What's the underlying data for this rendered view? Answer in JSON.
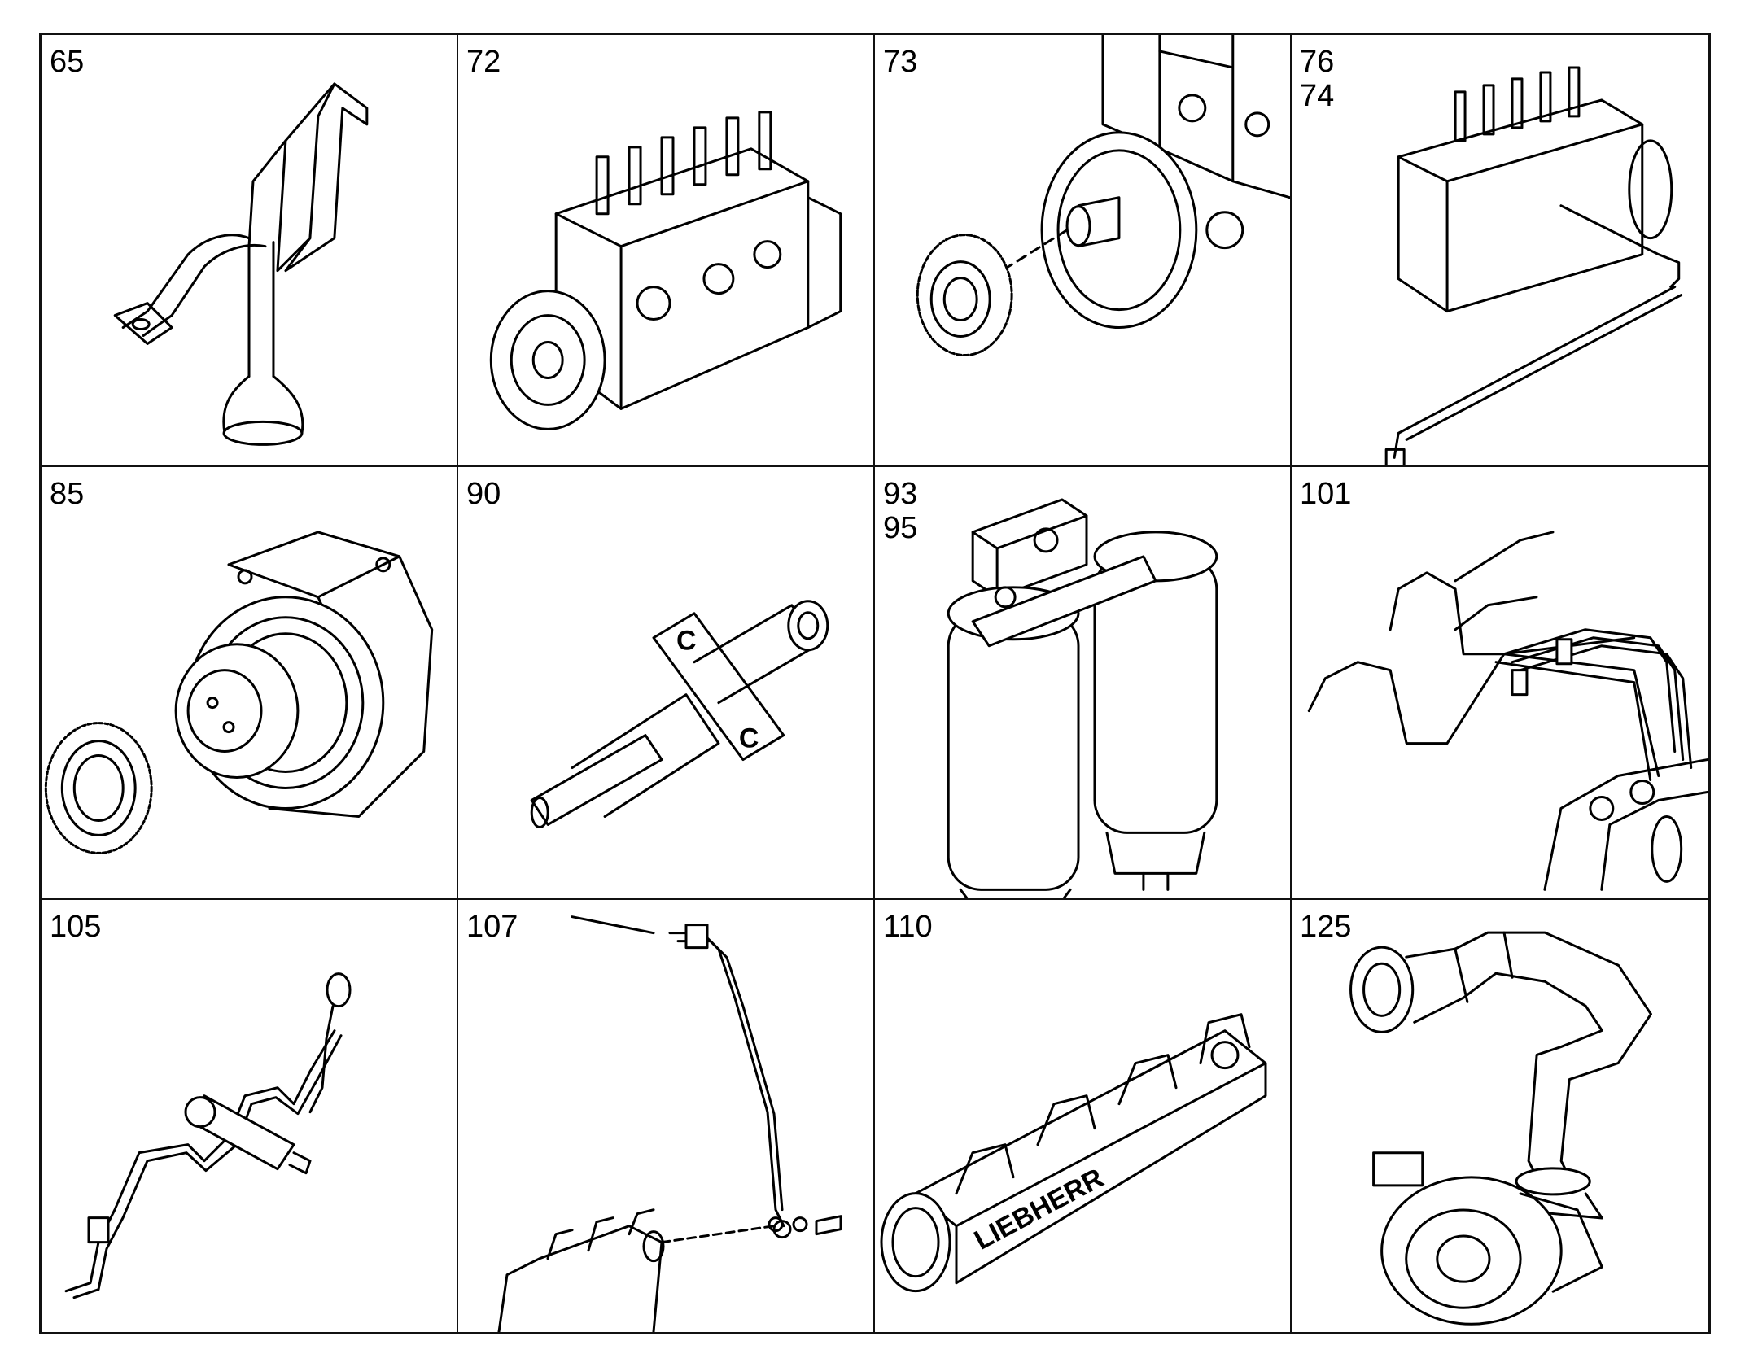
{
  "parts": [
    {
      "id": "cell-65",
      "labels": [
        "65"
      ],
      "icon": "oil-suction-pipe-icon"
    },
    {
      "id": "cell-72",
      "labels": [
        "72"
      ],
      "icon": "injection-pump-icon"
    },
    {
      "id": "cell-73",
      "labels": [
        "73"
      ],
      "icon": "pump-drive-gear-icon"
    },
    {
      "id": "cell-76",
      "labels": [
        "76",
        "74"
      ],
      "icon": "pump-line-icon"
    },
    {
      "id": "cell-85",
      "labels": [
        "85"
      ],
      "icon": "pulley-housing-icon"
    },
    {
      "id": "cell-90",
      "labels": [
        "90"
      ],
      "icon": "injector-nozzle-icon"
    },
    {
      "id": "cell-93",
      "labels": [
        "93",
        "95"
      ],
      "icon": "fuel-filter-icon"
    },
    {
      "id": "cell-101",
      "labels": [
        "101"
      ],
      "icon": "injection-lines-icon"
    },
    {
      "id": "cell-105",
      "labels": [
        "105"
      ],
      "icon": "leak-off-line-icon"
    },
    {
      "id": "cell-107",
      "labels": [
        "107"
      ],
      "icon": "feed-line-icon"
    },
    {
      "id": "cell-110",
      "labels": [
        "110"
      ],
      "icon": "intake-manifold-icon"
    },
    {
      "id": "cell-125",
      "labels": [
        "125"
      ],
      "icon": "turbocharger-hose-icon"
    }
  ],
  "manifold_text": "LIEBHERR"
}
